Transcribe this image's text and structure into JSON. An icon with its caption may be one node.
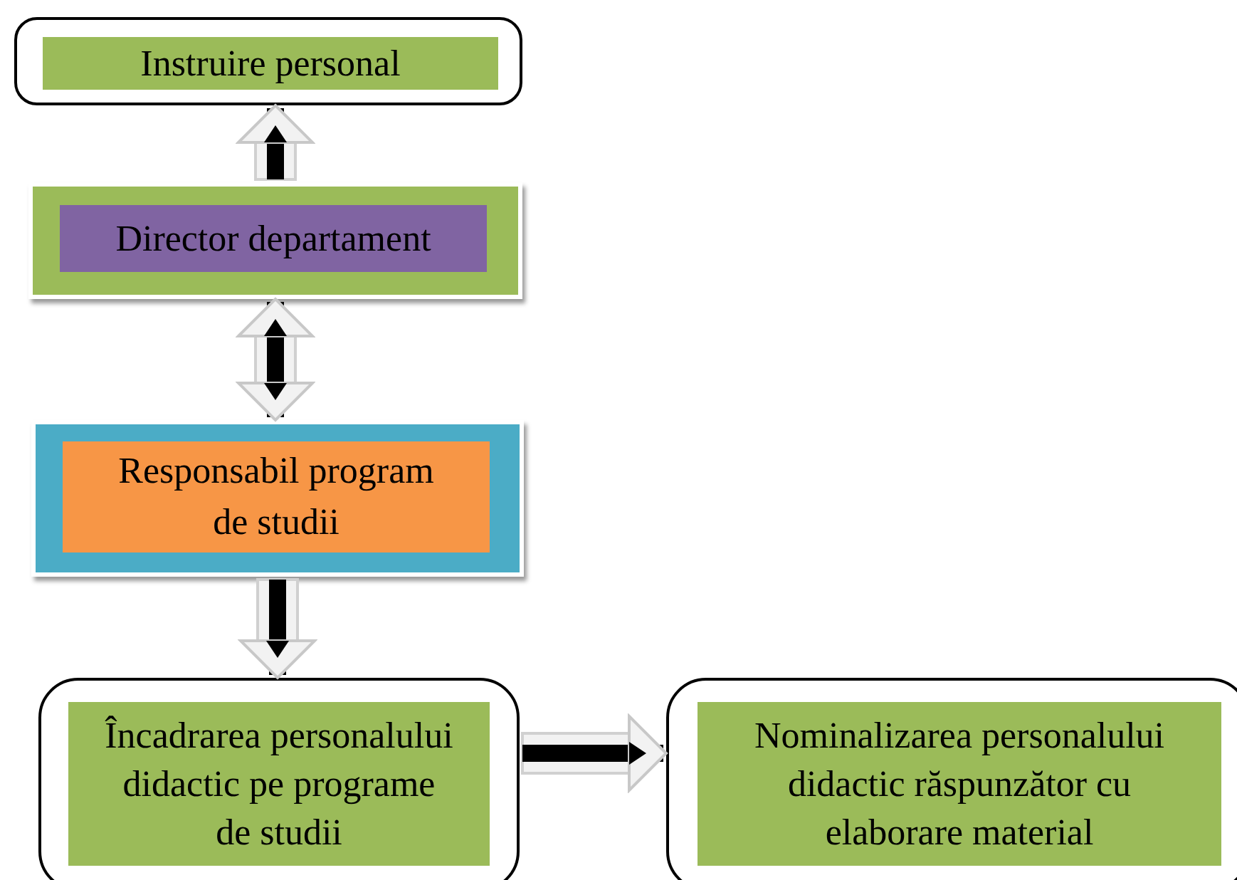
{
  "diagram": {
    "nodes": [
      {
        "text": [],
        "shape": "box"
      },
      {
        "text": [
          "Instruire personal"
        ],
        "in": 0
      },
      {
        "text": [],
        "shape": "box"
      },
      {
        "text": [
          "Director departament"
        ],
        "in": 2
      },
      {
        "text": [],
        "shape": "box"
      },
      {
        "text": [
          "Responsabil program de studii"
        ],
        "in": 4
      },
      {
        "text": [],
        "shape": "box"
      },
      {
        "text": [
          "Încadrarea personalului didactic pe programe de studii"
        ],
        "in": 6
      },
      {
        "text": [],
        "shape": "box"
      },
      {
        "text": [
          "Nominalizarea personalului didactic răspunzător cu elaborare material"
        ],
        "in": 8
      }
    ],
    "edges": [
      {
        "from": 2,
        "to": 0,
        "arrow": "to"
      },
      {
        "from": 2,
        "to": 4,
        "arrow": "both"
      },
      {
        "from": 4,
        "to": 6,
        "arrow": "to"
      },
      {
        "from": 6,
        "to": 8,
        "arrow": "to"
      }
    ]
  }
}
